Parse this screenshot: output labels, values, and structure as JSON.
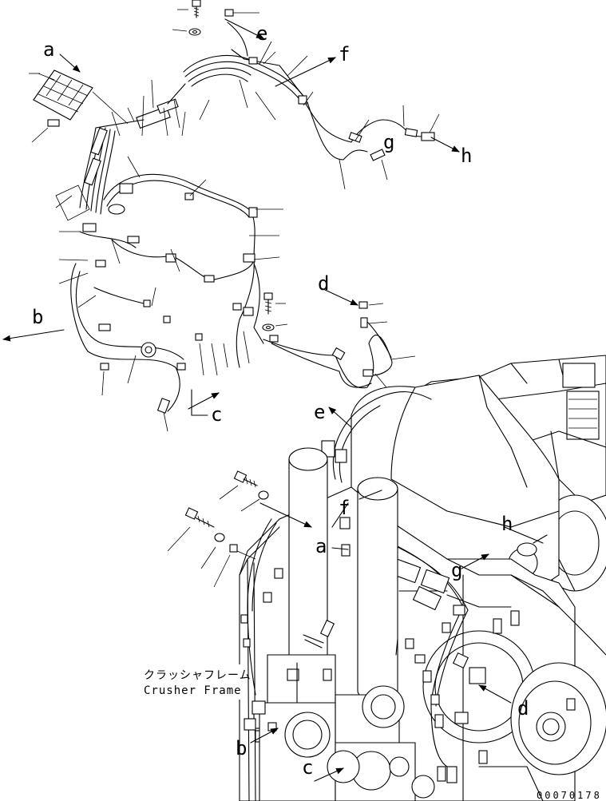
{
  "callouts": {
    "a": "a",
    "b": "b",
    "c": "c",
    "d": "d",
    "e": "e",
    "f": "f",
    "g": "g",
    "h": "h"
  },
  "frame_caption": {
    "jp": "クラッシャフレーム",
    "en": "Crusher Frame"
  },
  "drawing_code": "00070178"
}
